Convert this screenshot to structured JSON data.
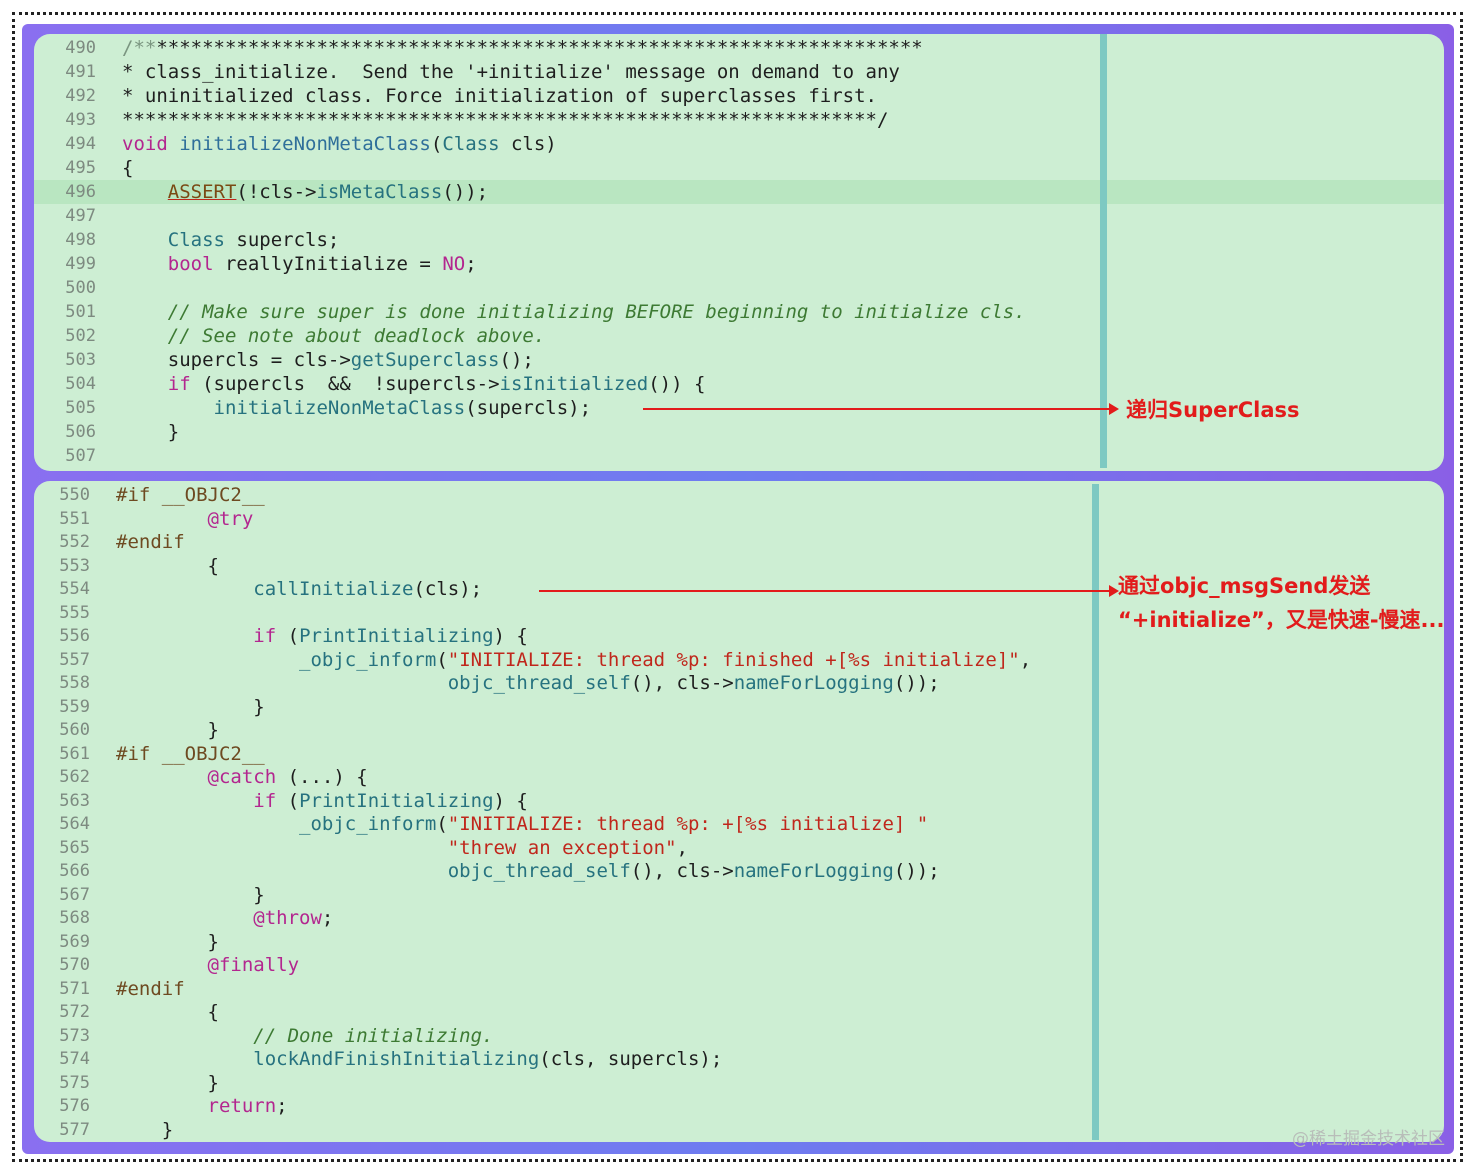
{
  "panel1": {
    "lines": [
      {
        "n": "490",
        "html": "<span class=\"dim\">/**</span>*******************************************************************"
      },
      {
        "n": "491",
        "html": "* class_initialize.  Send the '+initialize' message on demand to any"
      },
      {
        "n": "492",
        "html": "* uninitialized class. Force initialization of superclasses first."
      },
      {
        "n": "493",
        "html": "******************************************************************/"
      },
      {
        "n": "494",
        "html": "<span class=\"kw\">void</span> <span class=\"fn\">initializeNonMetaClass</span>(<span class=\"ty\">Class</span> cls)"
      },
      {
        "n": "495",
        "html": "{"
      },
      {
        "n": "496",
        "html": "    <span class=\"mac\">ASSERT</span>(!cls-><span class=\"ty\">isMetaClass</span>());",
        "hl": true
      },
      {
        "n": "497",
        "html": ""
      },
      {
        "n": "498",
        "html": "    <span class=\"ty\">Class</span> supercls;"
      },
      {
        "n": "499",
        "html": "    <span class=\"kw\">bool</span> reallyInitialize = <span class=\"kw\">NO</span>;"
      },
      {
        "n": "500",
        "html": ""
      },
      {
        "n": "501",
        "html": "    <span class=\"cm\">// Make sure super is done initializing BEFORE beginning to initialize cls.</span>"
      },
      {
        "n": "502",
        "html": "    <span class=\"cm\">// See note about deadlock above.</span>"
      },
      {
        "n": "503",
        "html": "    supercls = cls-><span class=\"ty\">getSuperclass</span>();"
      },
      {
        "n": "504",
        "html": "    <span class=\"kw\">if</span> (supercls  &&  !supercls-><span class=\"ty\">isInitialized</span>()) {"
      },
      {
        "n": "505",
        "html": "        <span class=\"ty\">initializeNonMetaClass</span>(supercls);"
      },
      {
        "n": "506",
        "html": "    }"
      },
      {
        "n": "507",
        "html": ""
      }
    ]
  },
  "panel2": {
    "lines": [
      {
        "n": "550",
        "html": "<span class=\"pp\">#if __OBJC2__</span>"
      },
      {
        "n": "551",
        "html": "        <span class=\"kw\">@try</span>"
      },
      {
        "n": "552",
        "html": "<span class=\"pp\">#endif</span>"
      },
      {
        "n": "553",
        "html": "        {"
      },
      {
        "n": "554",
        "html": "            <span class=\"ty\">callInitialize</span>(cls);"
      },
      {
        "n": "555",
        "html": ""
      },
      {
        "n": "556",
        "html": "            <span class=\"kw\">if</span> (<span class=\"ty\">PrintInitializing</span>) {"
      },
      {
        "n": "557",
        "html": "                <span class=\"ty\">_objc_inform</span>(<span class=\"st\">\"INITIALIZE: thread %p: finished +[%s initialize]\"</span>,"
      },
      {
        "n": "558",
        "html": "                             <span class=\"ty\">objc_thread_self</span>(), cls-><span class=\"ty\">nameForLogging</span>());"
      },
      {
        "n": "559",
        "html": "            }"
      },
      {
        "n": "560",
        "html": "        }"
      },
      {
        "n": "561",
        "html": "<span class=\"pp\">#if __OBJC2__</span>"
      },
      {
        "n": "562",
        "html": "        <span class=\"kw\">@catch</span> (...) {"
      },
      {
        "n": "563",
        "html": "            <span class=\"kw\">if</span> (<span class=\"ty\">PrintInitializing</span>) {"
      },
      {
        "n": "564",
        "html": "                <span class=\"ty\">_objc_inform</span>(<span class=\"st\">\"INITIALIZE: thread %p: +[%s initialize] \"</span>"
      },
      {
        "n": "565",
        "html": "                             <span class=\"st\">\"threw an exception\"</span>,"
      },
      {
        "n": "566",
        "html": "                             <span class=\"ty\">objc_thread_self</span>(), cls-><span class=\"ty\">nameForLogging</span>());"
      },
      {
        "n": "567",
        "html": "            }"
      },
      {
        "n": "568",
        "html": "            <span class=\"kw\">@throw</span>;"
      },
      {
        "n": "569",
        "html": "        }"
      },
      {
        "n": "570",
        "html": "        <span class=\"kw\">@finally</span>"
      },
      {
        "n": "571",
        "html": "<span class=\"pp\">#endif</span>"
      },
      {
        "n": "572",
        "html": "        {"
      },
      {
        "n": "573",
        "html": "            <span class=\"cm\">// Done initializing.</span>"
      },
      {
        "n": "574",
        "html": "            <span class=\"ty\">lockAndFinishInitializing</span>(cls, supercls);"
      },
      {
        "n": "575",
        "html": "        }"
      },
      {
        "n": "576",
        "html": "        <span class=\"kw\">return</span>;"
      },
      {
        "n": "577",
        "html": "    }"
      }
    ]
  },
  "annotations": {
    "note1": "递归SuperClass",
    "note2_line1": "通过objc_msgSend发送",
    "note2_line2": "“+initialize”，又是快速-慢速..."
  },
  "watermark": "@稀土掘金技术社区",
  "colors": {
    "accent": "#e21b1b",
    "panel_bg": "#cdeed3",
    "border_gradient_start": "#8a6ff0"
  }
}
